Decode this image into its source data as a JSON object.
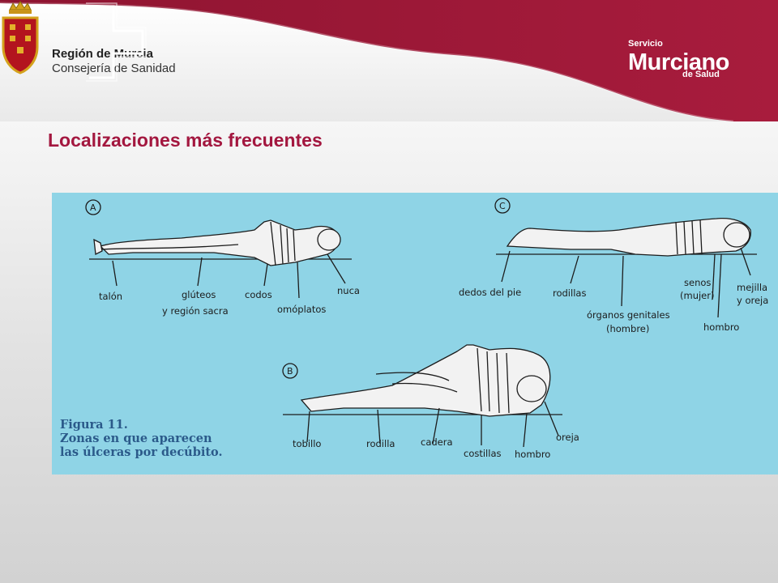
{
  "header": {
    "org_name": "Región de Murcia",
    "org_department": "Consejería de Sanidad",
    "service_logo": {
      "line1": "Servicio",
      "line2": "Murciano",
      "line3": "de Salud"
    },
    "accent_color": "#a3173f"
  },
  "slide": {
    "title": "Localizaciones más frecuentes"
  },
  "figure": {
    "panel_a": {
      "letter": "A",
      "labels": {
        "talon": "talón",
        "gluteos_1": "glúteos",
        "gluteos_2": "y región sacra",
        "codos": "codos",
        "omoplatos": "omóplatos",
        "nuca": "nuca"
      }
    },
    "panel_b": {
      "letter": "B",
      "labels": {
        "tobillo": "tobillo",
        "rodilla": "rodilla",
        "cadera": "cadera",
        "costillas": "costillas",
        "hombro": "hombro",
        "oreja": "oreja"
      }
    },
    "panel_c": {
      "letter": "C",
      "labels": {
        "dedos": "dedos del pie",
        "rodillas": "rodillas",
        "organos_1": "órganos genitales",
        "organos_2": "(hombre)",
        "senos_1": "senos",
        "senos_2": "(mujer)",
        "hombro": "hombro",
        "mejilla_1": "mejilla",
        "mejilla_2": "y oreja"
      }
    },
    "caption": {
      "line1": "Figura 11.",
      "line2": "Zonas en que aparecen",
      "line3": "las úlceras por decúbito."
    }
  }
}
